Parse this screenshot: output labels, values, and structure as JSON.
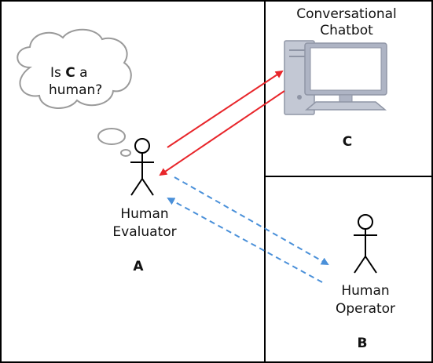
{
  "rooms": {
    "evaluator_room": {
      "letter": "A"
    },
    "chatbot_room": {
      "letter": "C"
    },
    "operator_room": {
      "letter": "B"
    }
  },
  "thought_bubble": {
    "line1_prefix": "Is ",
    "line1_bold": "C",
    "line1_suffix": " a",
    "line2": "human?"
  },
  "evaluator": {
    "label_line1": "Human",
    "label_line2": "Evaluator"
  },
  "chatbot": {
    "label_line1": "Conversational",
    "label_line2": "Chatbot"
  },
  "operator": {
    "label_line1": "Human",
    "label_line2": "Operator"
  },
  "colors": {
    "border": "#000000",
    "chatbot_arrows": "#e8262b",
    "operator_arrows": "#4a90d9",
    "monitor_frame": "#aeb4c4",
    "screen": "#ffffff",
    "tower": "#c3c8d4"
  },
  "icons": [
    "thought-bubble-icon",
    "stick-figure-icon",
    "desktop-computer-icon",
    "arrow-icon"
  ]
}
